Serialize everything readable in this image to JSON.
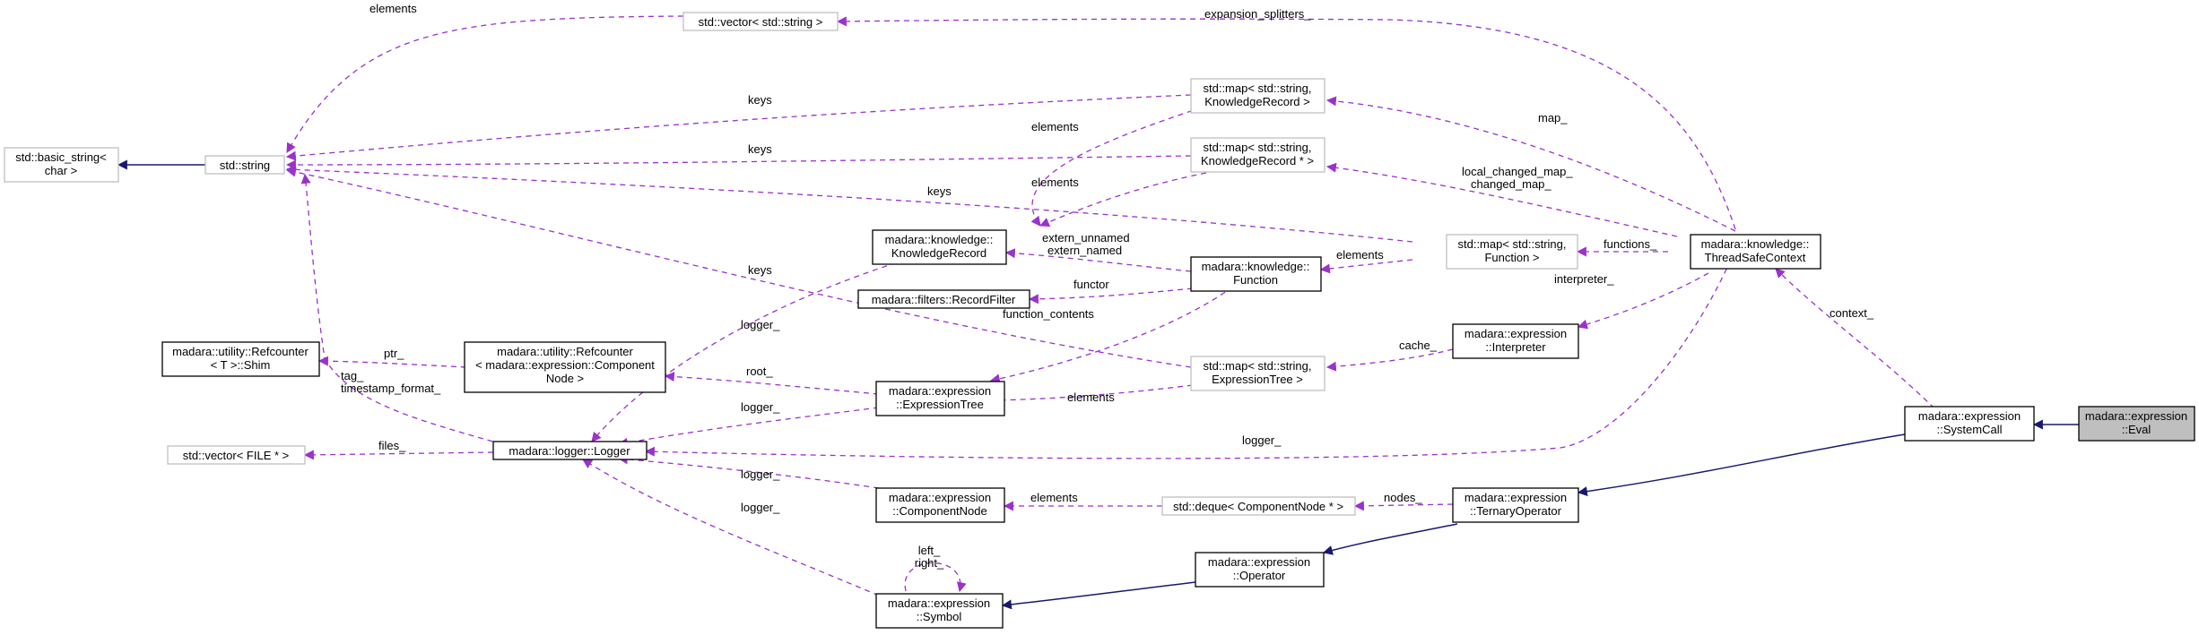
{
  "nodes": {
    "eval": [
      "madara::expression",
      "::Eval"
    ],
    "systemcall": [
      "madara::expression",
      "::SystemCall"
    ],
    "tsc": [
      "madara::knowledge::",
      "ThreadSafeContext"
    ],
    "ternary": [
      "madara::expression",
      "::TernaryOperator"
    ],
    "operator": [
      "madara::expression",
      "::Operator"
    ],
    "symbol": [
      "madara::expression",
      "::Symbol"
    ],
    "componentnode": [
      "madara::expression",
      "::ComponentNode"
    ],
    "logger": [
      "madara::logger::Logger"
    ],
    "expressiontree": [
      "madara::expression",
      "::ExpressionTree"
    ],
    "refcounter_cn": [
      "madara::utility::Refcounter",
      "< madara::expression::Component",
      "Node >"
    ],
    "shim": [
      "madara::utility::Refcounter",
      "< T >::Shim"
    ],
    "vector_file": [
      "std::vector< FILE * >"
    ],
    "std_string": [
      "std::string"
    ],
    "basic_string": [
      "std::basic_string<",
      "char >"
    ],
    "vector_string": [
      "std::vector< std::string >"
    ],
    "map_kr": [
      "std::map< std::string,",
      "KnowledgeRecord >"
    ],
    "map_krp": [
      "std::map< std::string,",
      "KnowledgeRecord * >"
    ],
    "knowledgerecord": [
      "madara::knowledge::",
      "KnowledgeRecord"
    ],
    "recordfilter": [
      "madara::filters::RecordFilter"
    ],
    "function": [
      "madara::knowledge::",
      "Function"
    ],
    "map_function": [
      "std::map< std::string,",
      "Function >"
    ],
    "interpreter": [
      "madara::expression",
      "::Interpreter"
    ],
    "map_et": [
      "std::map< std::string,",
      "ExpressionTree >"
    ],
    "deque_cn": [
      "std::deque< ComponentNode * >"
    ]
  },
  "edge_labels": {
    "context": "context_",
    "logger_tsc": "logger_",
    "nodes": "nodes_",
    "elements_deque": "elements",
    "logger_cn": "logger_",
    "logger_sym": "logger_",
    "left_right": [
      "left_",
      "right_"
    ],
    "files": "files_",
    "ptr": "ptr_",
    "tag_ts": [
      "tag_",
      "timestamp_format_"
    ],
    "logger_et": "logger_",
    "root": "root_",
    "logger_kr": "logger_",
    "elements_vector": "elements",
    "expansion_splitters": "expansion_splitters_",
    "keys_map_kr": "keys",
    "map_": "map_",
    "elements_map_kr": "elements",
    "keys_map_krp": "keys",
    "local_changed_map": [
      "local_changed_map_",
      "changed_map_"
    ],
    "elements_map_krp": "elements",
    "keys_map_fn": "keys",
    "functions": "functions_",
    "elements_map_fn": "elements",
    "extern": [
      "extern_unnamed",
      "extern_named"
    ],
    "functor": "functor",
    "function_contents": "function_contents",
    "interpreter": "interpreter_",
    "cache": "cache_",
    "keys_map_et": "keys",
    "elements_map_et": "elements"
  }
}
